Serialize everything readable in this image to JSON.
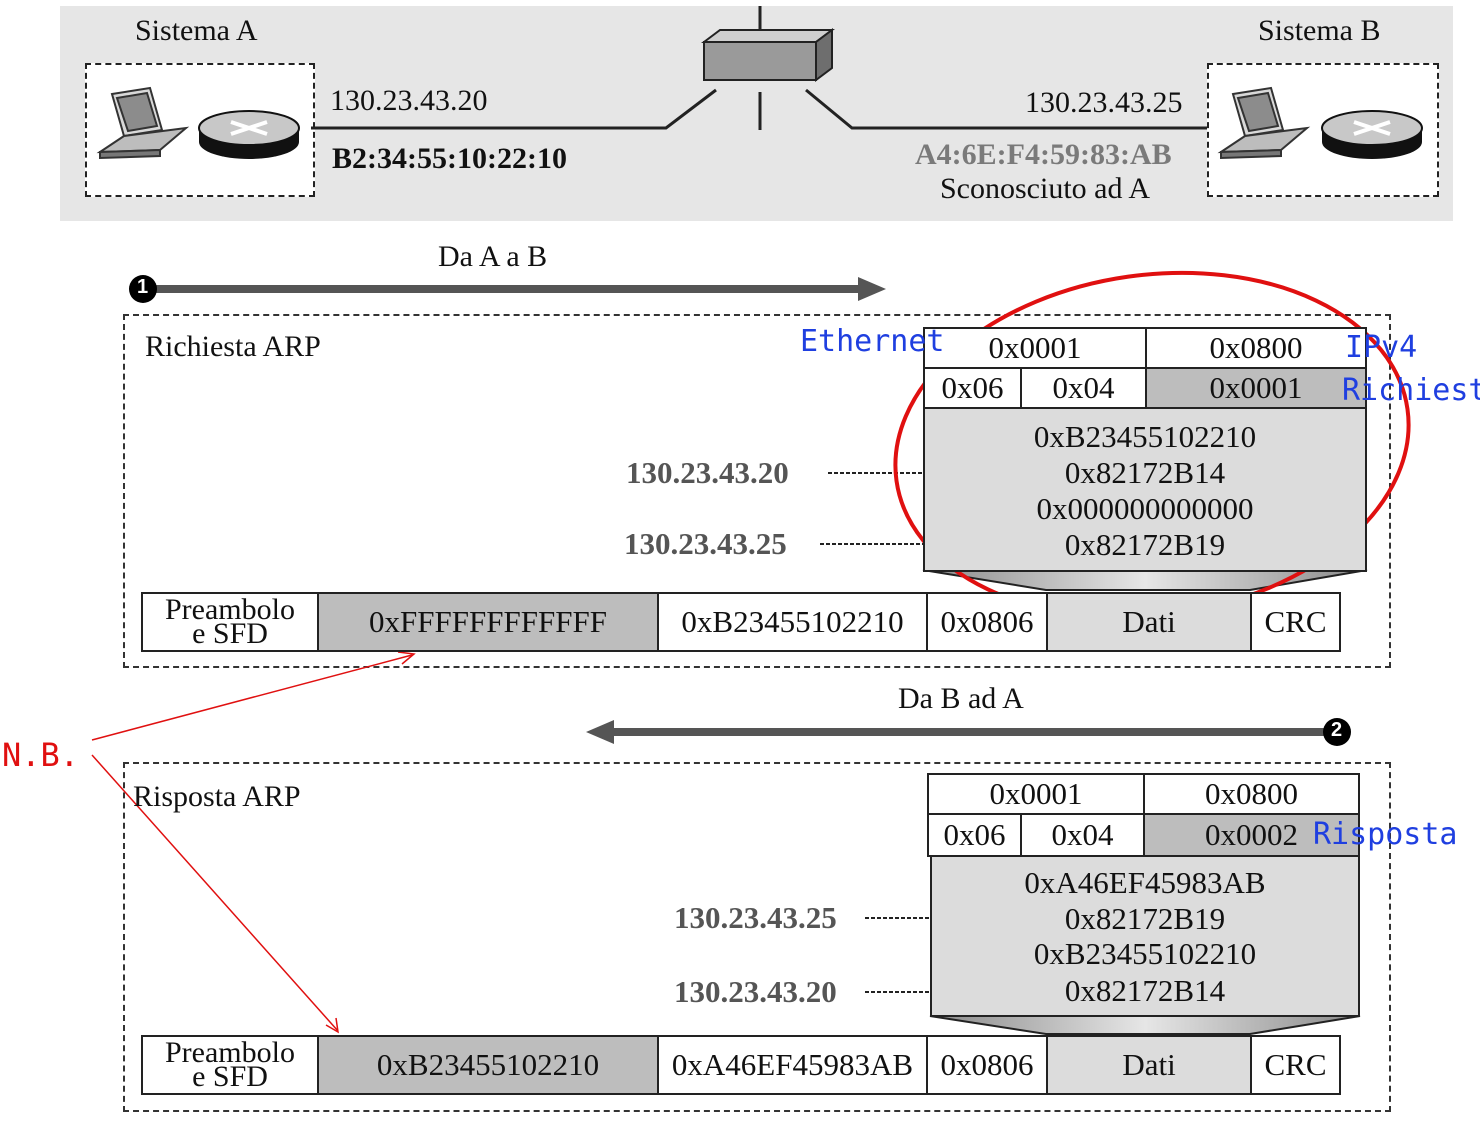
{
  "systems": {
    "a_title": "Sistema A",
    "b_title": "Sistema B",
    "a_ip": "130.23.43.20",
    "a_mac": "B2:34:55:10:22:10",
    "b_ip": "130.23.43.25",
    "b_mac": "A4:6E:F4:59:83:AB",
    "b_note": "Sconosciuto ad A"
  },
  "request": {
    "direction_label": "Da A a B",
    "step": "1",
    "title": "Richiesta ARP",
    "hw_type": "0x0001",
    "proto_type": "0x0800",
    "hw_len": "0x06",
    "proto_len": "0x04",
    "oper": "0x0001",
    "sender_mac": "0xB23455102210",
    "sender_ip": "0x82172B14",
    "target_mac": "0x000000000000",
    "target_ip": "0x82172B19",
    "sender_ip_dotted": "130.23.43.20",
    "target_ip_dotted": "130.23.43.25",
    "frame": {
      "preamble_l1": "Preambolo",
      "preamble_l2": "e SFD",
      "dest": "0xFFFFFFFFFFFF",
      "src": "0xB23455102210",
      "type": "0x0806",
      "data": "Dati",
      "crc": "CRC"
    }
  },
  "reply": {
    "direction_label": "Da B ad A",
    "step": "2",
    "title": "Risposta ARP",
    "hw_type": "0x0001",
    "proto_type": "0x0800",
    "hw_len": "0x06",
    "proto_len": "0x04",
    "oper": "0x0002",
    "sender_mac": "0xA46EF45983AB",
    "sender_ip": "0x82172B19",
    "target_mac": "0xB23455102210",
    "target_ip": "0x82172B14",
    "sender_ip_dotted": "130.23.43.25",
    "target_ip_dotted": "130.23.43.20",
    "frame": {
      "preamble_l1": "Preambolo",
      "preamble_l2": "e SFD",
      "dest": "0xB23455102210",
      "src": "0xA46EF45983AB",
      "type": "0x0806",
      "data": "Dati",
      "crc": "CRC"
    }
  },
  "annotations": {
    "ethernet": "Ethernet",
    "ipv4": "IPv4",
    "richiesta": "Richiesta",
    "risposta": "Risposta",
    "nb": "N.B.",
    "colors": {
      "annotation_blue": "#1f3fe0",
      "highlight_red": "#e01010"
    }
  }
}
